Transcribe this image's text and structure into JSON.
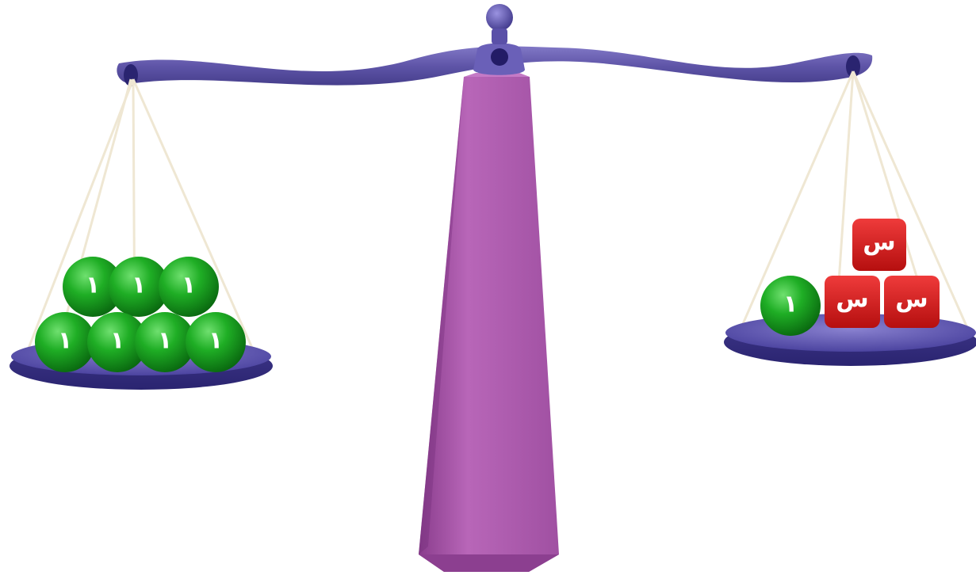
{
  "scale": {
    "colors": {
      "pillar": "#a64fa8",
      "beam": "#5f55a8",
      "pan": "#4b45a0",
      "ball": "#16a020",
      "cube": "#dc1a1a",
      "rope": "#efe7d3"
    },
    "left_pan": {
      "balls": [
        "١",
        "١",
        "١",
        "١",
        "١",
        "١",
        "١"
      ]
    },
    "right_pan": {
      "balls": [
        "١"
      ],
      "cubes": [
        "س",
        "س",
        "س"
      ]
    }
  }
}
